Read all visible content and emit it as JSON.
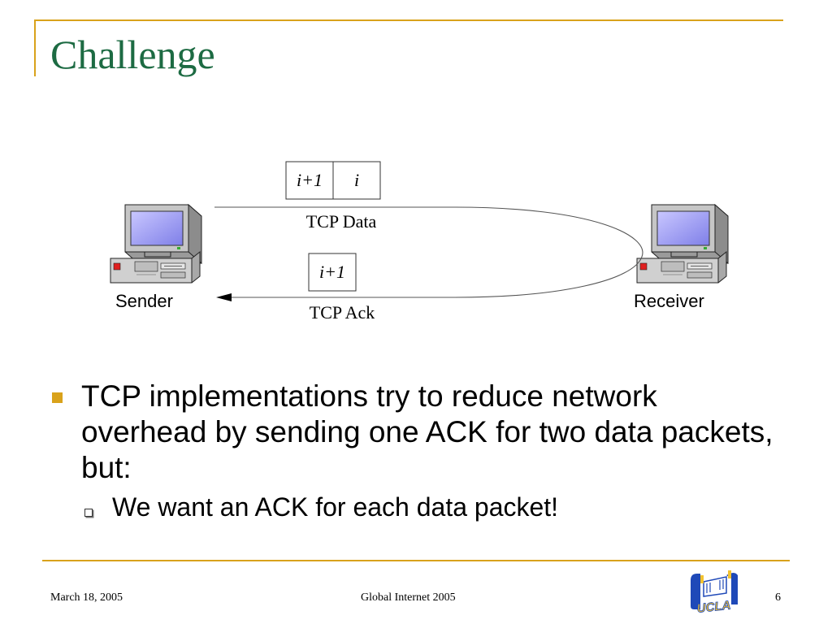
{
  "slide": {
    "title": "Challenge",
    "diagram": {
      "sender_label": "Sender",
      "receiver_label": "Receiver",
      "data_label": "TCP Data",
      "ack_label": "TCP Ack",
      "data_packets": [
        "i+1",
        "i"
      ],
      "ack_packet": "i+1"
    },
    "bullets": [
      {
        "text": "TCP implementations try to reduce network overhead by sending one ACK for two data packets, but:",
        "sub": [
          "We want an ACK for each data packet!"
        ]
      }
    ],
    "footer": {
      "date": "March 18, 2005",
      "conference": "Global Internet 2005",
      "page": "6"
    },
    "logo_text": "UCLA",
    "colors": {
      "title": "#1d6b43",
      "accent_rule": "#d9a21b",
      "bullet": "#d9a21b"
    }
  }
}
